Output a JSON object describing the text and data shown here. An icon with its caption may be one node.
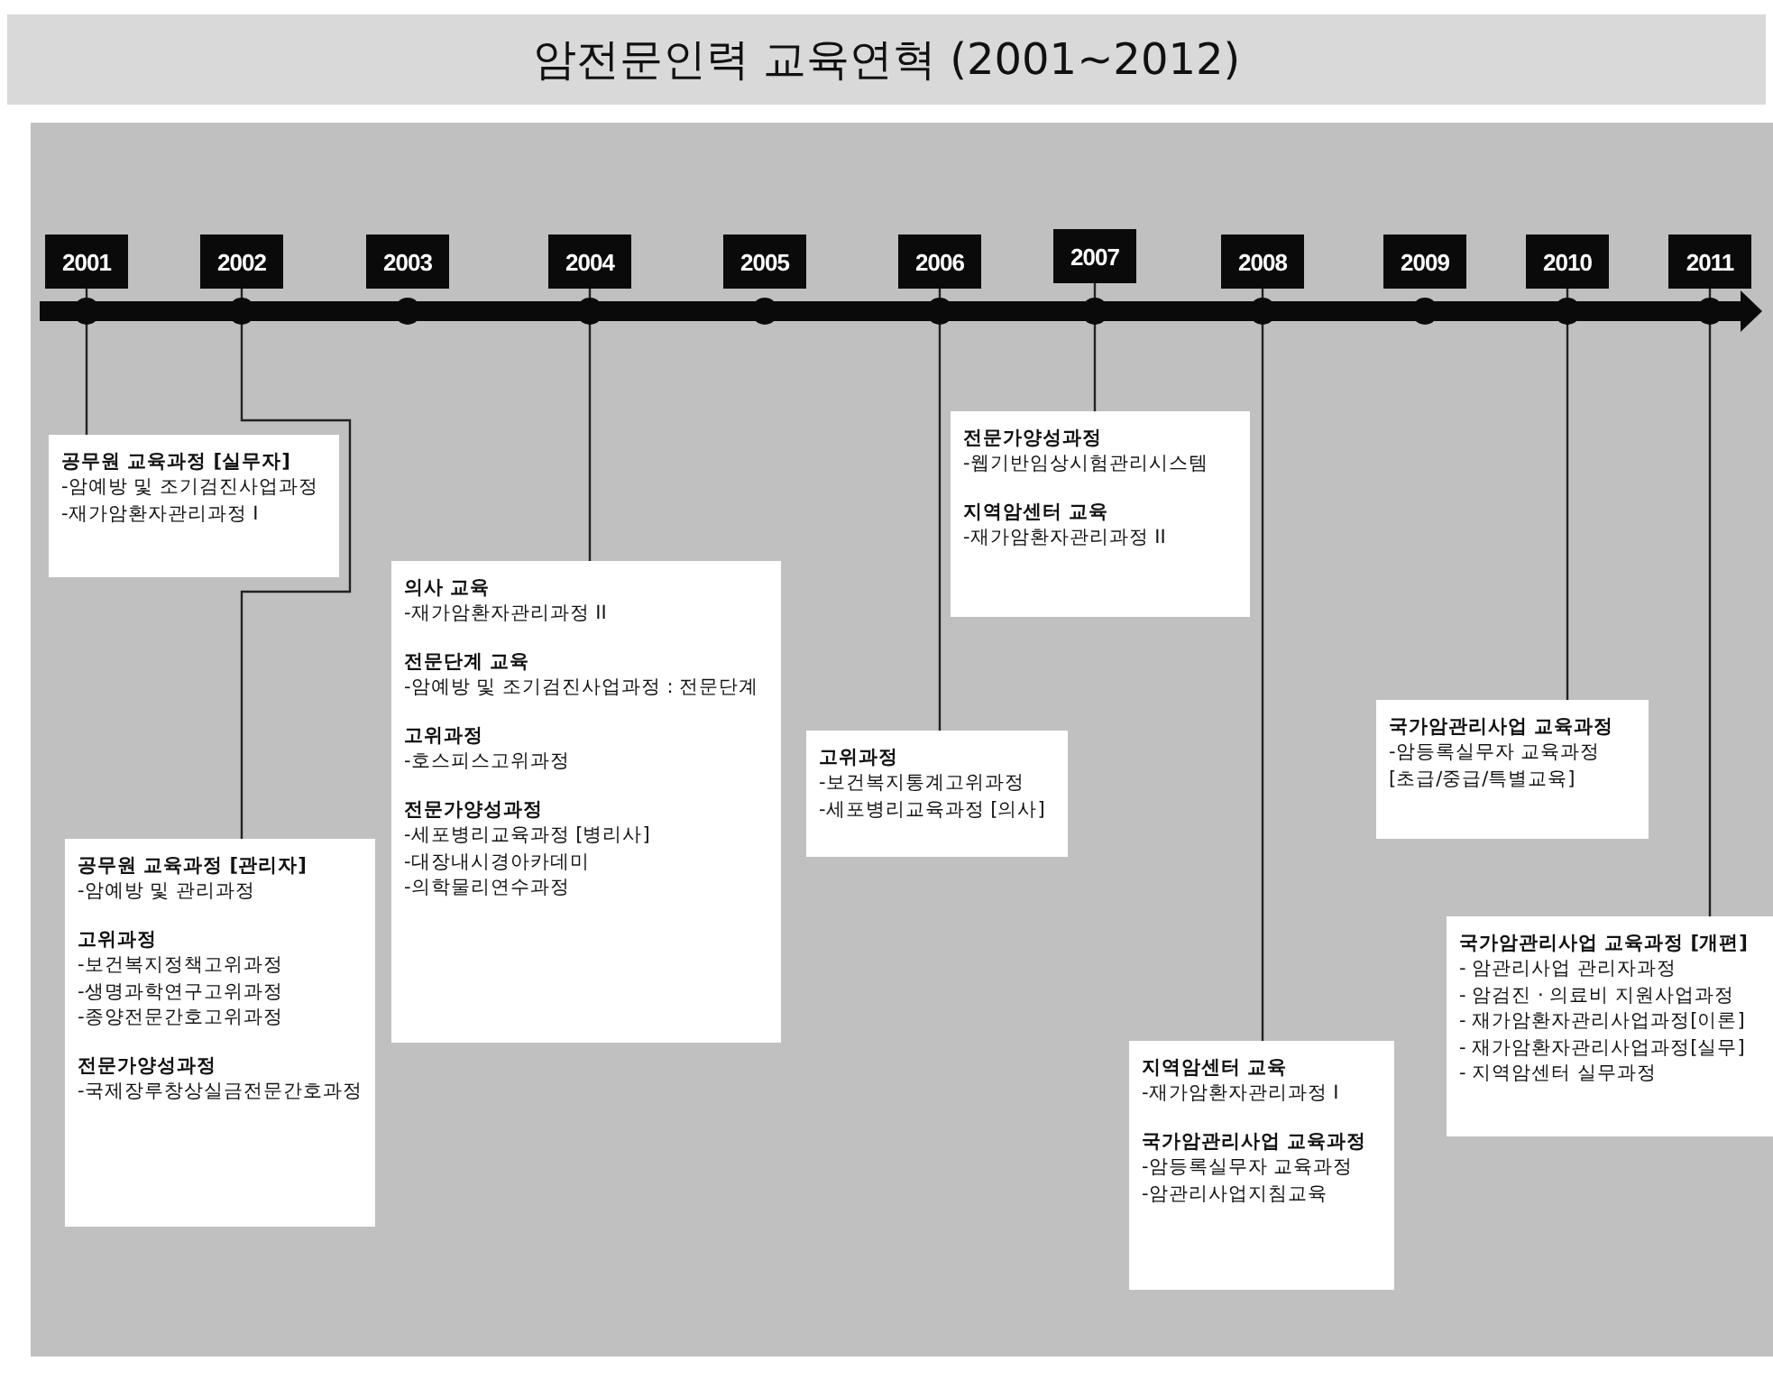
{
  "diagram": {
    "title": "암전문인력 교육연혁 (2001~2012)",
    "nodes": [
      {
        "text": [
          "2001"
        ]
      },
      {
        "text": [
          "2002"
        ]
      },
      {
        "text": [
          "2003"
        ]
      },
      {
        "text": [
          "2004"
        ]
      },
      {
        "text": [
          "2005"
        ]
      },
      {
        "text": [
          "2006"
        ]
      },
      {
        "text": [
          "2007"
        ]
      },
      {
        "text": [
          "2008"
        ]
      },
      {
        "text": [
          "2009"
        ]
      },
      {
        "text": [
          "2010"
        ]
      },
      {
        "text": [
          "2011"
        ]
      },
      {
        "text": [
          "공무원 교육과정 [실무자]",
          "-암예방 및 조기검진사업과정",
          "-재가암환자관리과정 I"
        ]
      },
      {
        "text": [
          "공무원 교육과정 [관리자]",
          "-암예방 및 관리과정",
          "고위과정",
          "-보건복지정책고위과정",
          "-생명과학연구고위과정",
          "-종양전문간호고위과정",
          "전문가양성과정",
          "-국제장루창상실금전문간호과정"
        ]
      },
      {
        "text": [
          "의사 교육",
          "-재가암환자관리과정 II",
          "전문단계 교육",
          "-암예방 및 조기검진사업과정 : 전문단계",
          "고위과정",
          "-호스피스고위과정",
          "전문가양성과정",
          "-세포병리교육과정 [병리사]",
          "-대장내시경아카데미",
          "-의학물리연수과정"
        ]
      },
      {
        "text": [
          "고위과정",
          "-보건복지통계고위과정",
          "-세포병리교육과정 [의사]"
        ]
      },
      {
        "text": [
          "전문가양성과정",
          "-웹기반임상시험관리시스템",
          "지역암센터 교육",
          "-재가암환자관리과정 II"
        ]
      },
      {
        "text": [
          "지역암센터 교육",
          "-재가암환자관리과정 I",
          "국가암관리사업 교육과정",
          "-암등록실무자 교육과정",
          "-암관리사업지침교육"
        ]
      },
      {
        "text": [
          "국가암관리사업 교육과정",
          "-암등록실무자 교육과정 [초급/중급/특별교육]"
        ]
      },
      {
        "text": [
          "국가암관리사업 교육과정 [개편]",
          "- 암관리사업 관리자과정",
          "- 암검진 · 의료비 지원사업과정",
          "- 재가암환자관리사업과정[이론]",
          "- 재가암환자관리사업과정[실무]",
          "- 지역암센터 실무과정"
        ]
      }
    ],
    "edges": [
      {
        "from": 0,
        "to": 11,
        "arrow": "none"
      },
      {
        "from": 1,
        "to": 12,
        "arrow": "none"
      },
      {
        "from": 3,
        "to": 13,
        "arrow": "none"
      },
      {
        "from": 5,
        "to": 14,
        "arrow": "none"
      },
      {
        "from": 6,
        "to": 15,
        "arrow": "none"
      },
      {
        "from": 7,
        "to": 16,
        "arrow": "none"
      },
      {
        "from": 9,
        "to": 17,
        "arrow": "none"
      },
      {
        "from": 10,
        "to": 18,
        "arrow": "none"
      }
    ]
  }
}
